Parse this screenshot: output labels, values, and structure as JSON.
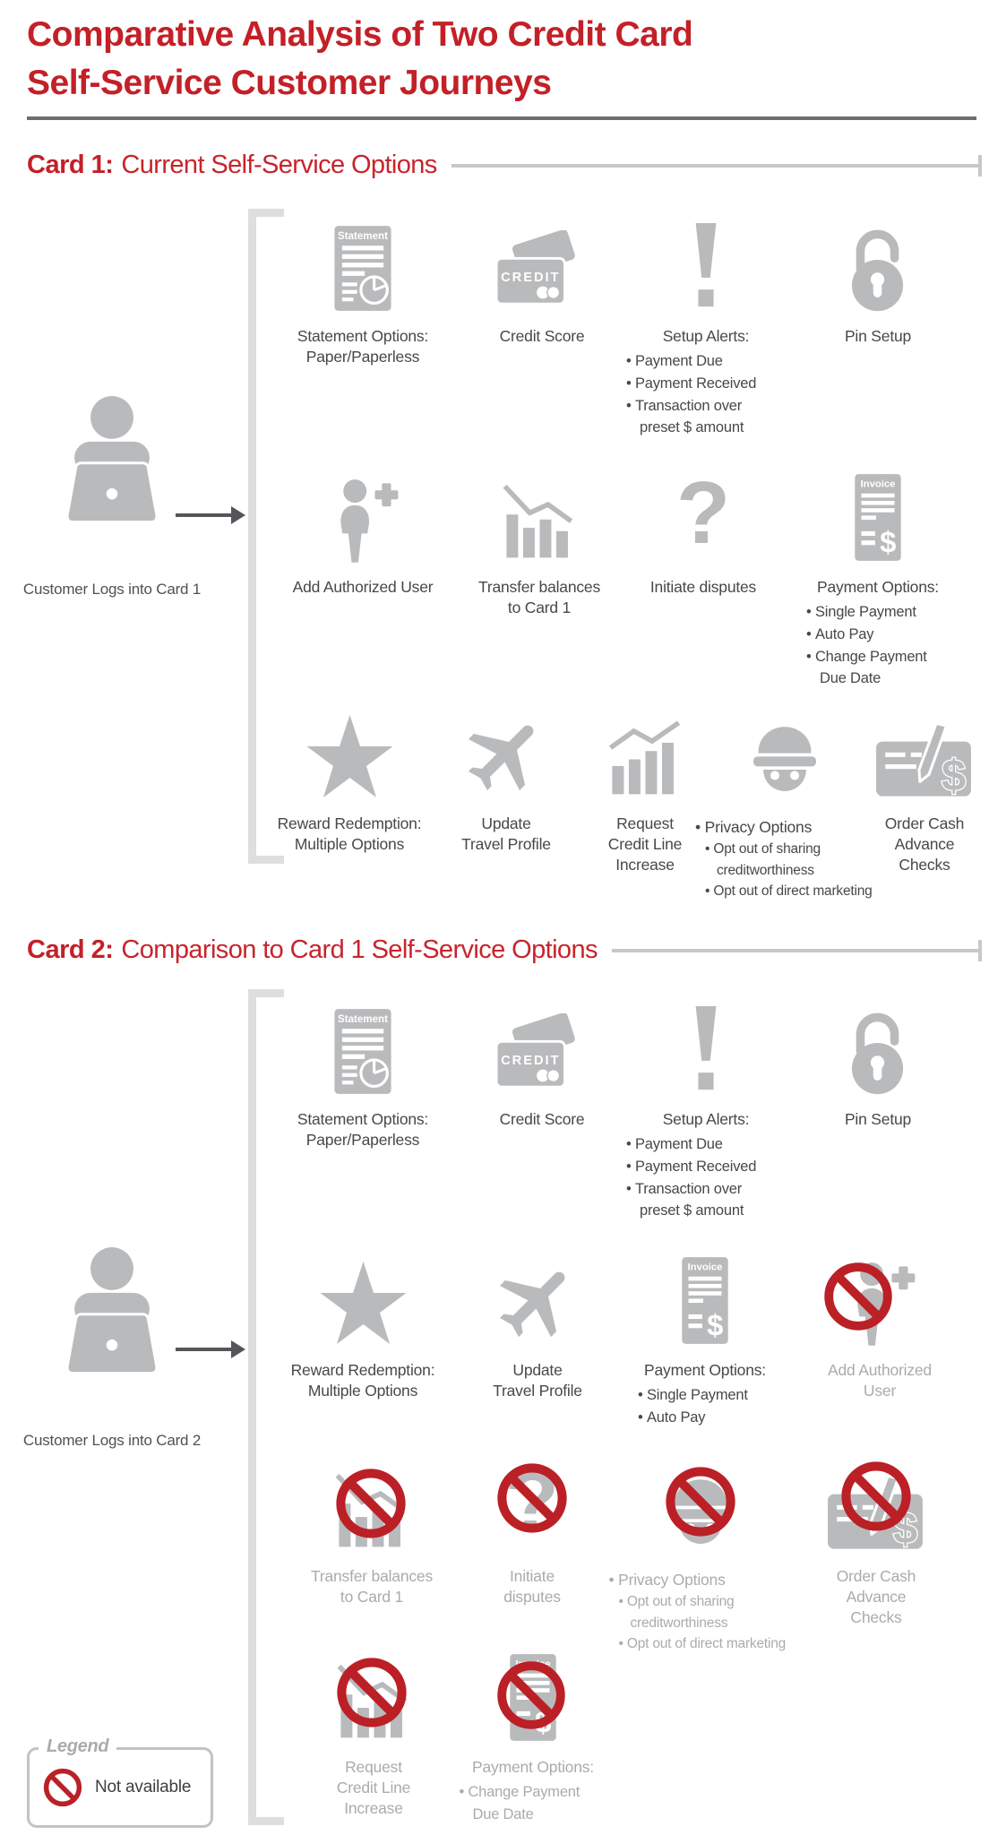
{
  "title": "Comparative Analysis of Two Credit Card\nSelf-Service Customer Journeys",
  "colors": {
    "accent_red": "#C32027",
    "prohibit_red": "#BB2026",
    "icon_gray": "#B9BABC",
    "muted_text": "#A9ABAD",
    "dark_text": "#474849",
    "rule_gray": "#C7C8CA",
    "divider_gray": "#6D6E70"
  },
  "section1": {
    "prefix": "Card 1:",
    "heading": "Current Self-Service Options",
    "login_label": "Customer Logs into Card 1"
  },
  "section2": {
    "prefix": "Card 2:",
    "heading": "Comparison to Card 1 Self-Service Options",
    "login_label": "Customer Logs into Card 2"
  },
  "icon_texts": {
    "statement": "Statement",
    "credit": "CREDIT",
    "invoice": "Invoice",
    "question_mark": "?",
    "dollar": "$"
  },
  "card1": {
    "statement": {
      "label": "Statement Options:\nPaper/Paperless"
    },
    "credit_score": {
      "label": "Credit Score"
    },
    "alerts": {
      "label": "Setup Alerts:",
      "bullets": [
        "Payment Due",
        "Payment Received",
        "Transaction over preset $ amount"
      ]
    },
    "pin": {
      "label": "Pin Setup"
    },
    "add_user": {
      "label": "Add Authorized User"
    },
    "transfer": {
      "label": "Transfer balances\nto Card 1"
    },
    "disputes": {
      "label": "Initiate disputes"
    },
    "payment": {
      "label": "Payment Options:",
      "bullets": [
        "Single Payment",
        "Auto Pay",
        "Change Payment Due Date"
      ]
    },
    "rewards": {
      "label": "Reward Redemption:\nMultiple Options"
    },
    "travel": {
      "label": "Update\nTravel Profile"
    },
    "credit_line": {
      "label": "Request\nCredit Line\nIncrease"
    },
    "privacy": {
      "bullets": [
        "Privacy Options",
        "Opt out of sharing creditworthiness",
        "Opt out of direct marketing"
      ]
    },
    "checks": {
      "label": "Order Cash\nAdvance\nChecks"
    }
  },
  "card2": {
    "statement": {
      "label": "Statement Options:\nPaper/Paperless"
    },
    "credit_score": {
      "label": "Credit Score"
    },
    "alerts": {
      "label": "Setup Alerts:",
      "bullets": [
        "Payment Due",
        "Payment Received",
        "Transaction over preset $ amount"
      ]
    },
    "pin": {
      "label": "Pin Setup"
    },
    "rewards": {
      "label": "Reward Redemption:\nMultiple Options"
    },
    "travel": {
      "label": "Update\nTravel Profile"
    },
    "payment": {
      "label": "Payment Options:",
      "bullets": [
        "Single Payment",
        "Auto Pay"
      ]
    },
    "add_user": {
      "label": "Add Authorized\nUser",
      "available": false
    },
    "transfer": {
      "label": "Transfer balances\nto Card 1",
      "available": false
    },
    "disputes": {
      "label": "Initiate\ndisputes",
      "available": false
    },
    "privacy": {
      "bullets": [
        "Privacy Options",
        "Opt out of sharing creditworthiness",
        "Opt out of direct marketing"
      ],
      "available": false
    },
    "checks": {
      "label": "Order Cash\nAdvance\nChecks",
      "available": false
    },
    "credit_line": {
      "label": "Request\nCredit Line\nIncrease",
      "available": false
    },
    "payment2": {
      "label": "Payment Options:",
      "bullets": [
        "Change Payment Due Date"
      ],
      "available": false
    }
  },
  "legend": {
    "title": "Legend",
    "not_available": "Not available"
  }
}
